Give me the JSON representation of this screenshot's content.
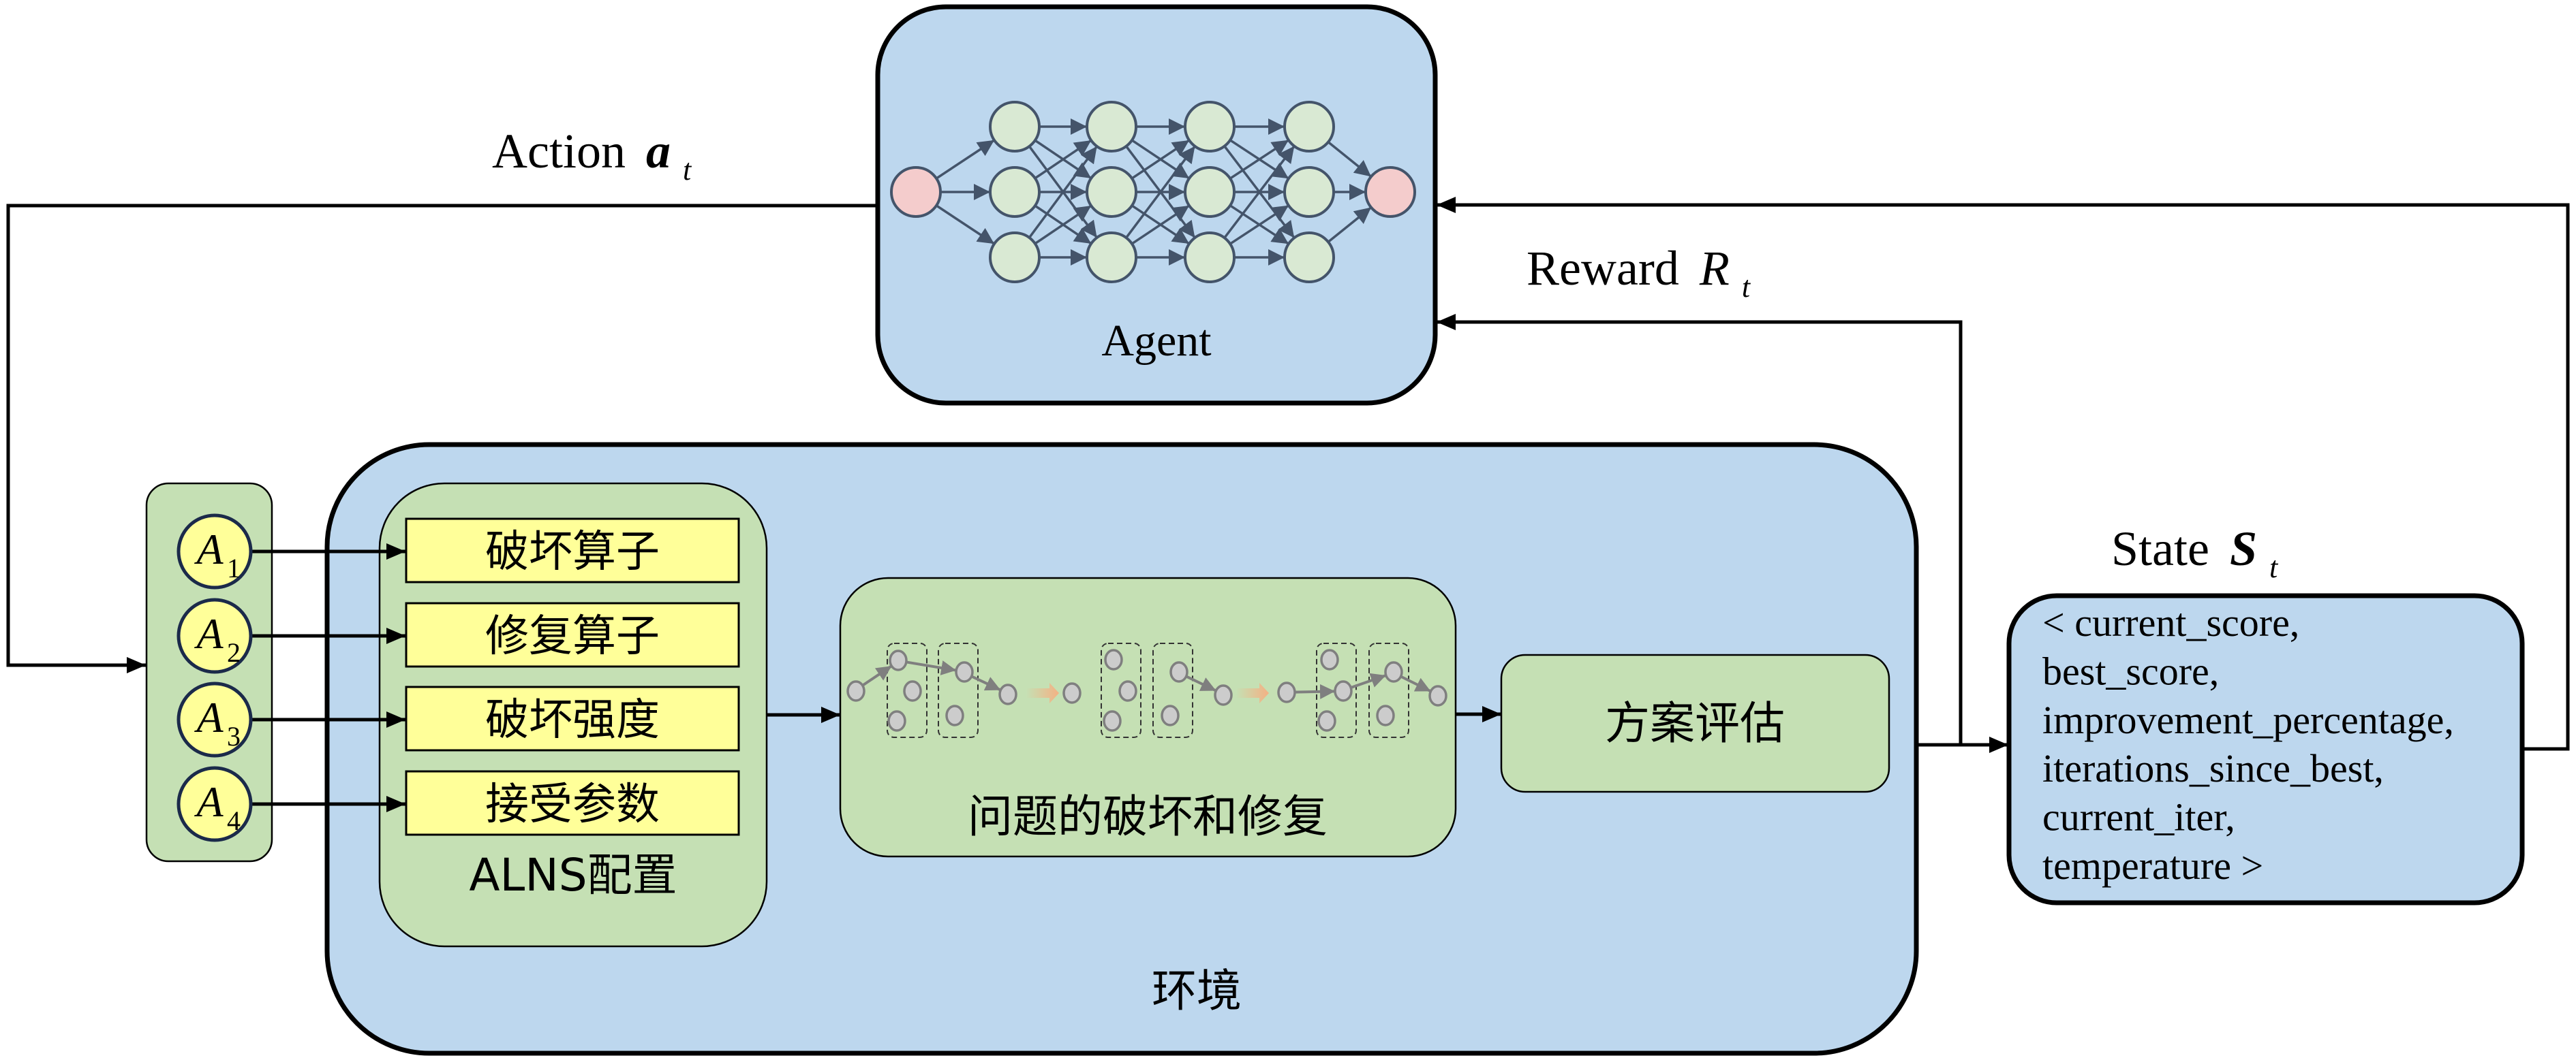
{
  "colors": {
    "box_blue": "#bdd7ee",
    "box_green": "#c5e0b4",
    "node_green": "#d9e9d3",
    "node_pink": "#f4cccc",
    "edge_slate": "#44546a",
    "operator_yellow": "#ffff99",
    "mini_node_gray": "#cccccc",
    "mini_edge_gray": "#7f7f7f",
    "transition_orange": "#f4b183"
  },
  "agent": {
    "label": "Agent",
    "network": {
      "input_nodes": 1,
      "hidden_layers": [
        3,
        3,
        3,
        3
      ],
      "output_nodes": 1
    }
  },
  "labels": {
    "action": "Action",
    "action_symbol": "a",
    "action_subscript": "t",
    "reward": "Reward",
    "reward_symbol": "R",
    "reward_subscript": "t",
    "state": "State",
    "state_symbol": "S",
    "state_subscript": "t"
  },
  "actions": [
    {
      "symbol": "A",
      "subscript": "1"
    },
    {
      "symbol": "A",
      "subscript": "2"
    },
    {
      "symbol": "A",
      "subscript": "3"
    },
    {
      "symbol": "A",
      "subscript": "4"
    }
  ],
  "environment": {
    "label": "环境",
    "alns_config": {
      "label": "ALNS配置",
      "operators": [
        "破坏算子",
        "修复算子",
        "破坏强度",
        "接受参数"
      ]
    },
    "destroy_repair": {
      "label": "问题的破坏和修复"
    },
    "evaluation": {
      "label": "方案评估"
    }
  },
  "state_vector": {
    "lines": [
      "< current_score,",
      "best_score,",
      "improvement_percentage,",
      "iterations_since_best,",
      "current_iter,",
      "temperature >"
    ]
  }
}
